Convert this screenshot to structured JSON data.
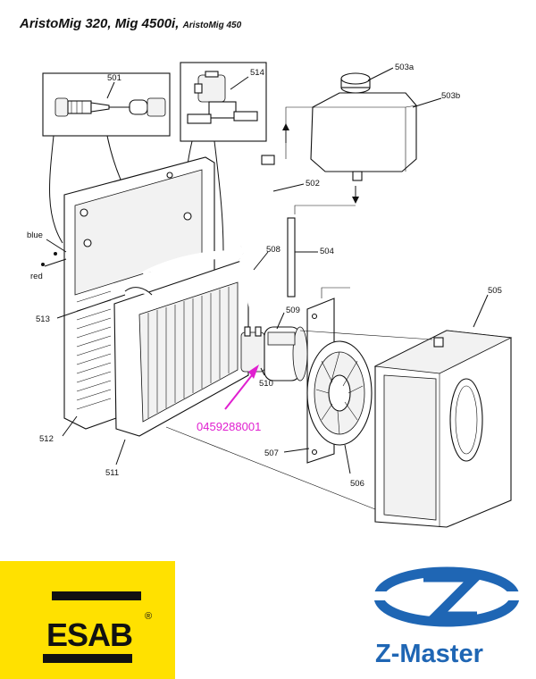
{
  "title": {
    "main": "AristoMig 320, Mig 4500i,",
    "small": "AristoMig 450"
  },
  "labels": {
    "p501": "501",
    "p514": "514",
    "p503a": "503a",
    "p503b": "503b",
    "p502": "502",
    "p504": "504",
    "p505": "505",
    "p508": "508",
    "p509": "509",
    "p510": "510",
    "p513": "513",
    "p512": "512",
    "p511": "511",
    "p507": "507",
    "p506": "506",
    "blue": "blue",
    "red": "red",
    "part_number": "0459288001"
  },
  "logos": {
    "esab": "ESAB",
    "esab_reg": "®",
    "zmaster": "Z-Master"
  },
  "colors": {
    "highlight": "#e020d0",
    "esab_yellow": "#ffe100",
    "zmaster_blue": "#1f66b4"
  }
}
